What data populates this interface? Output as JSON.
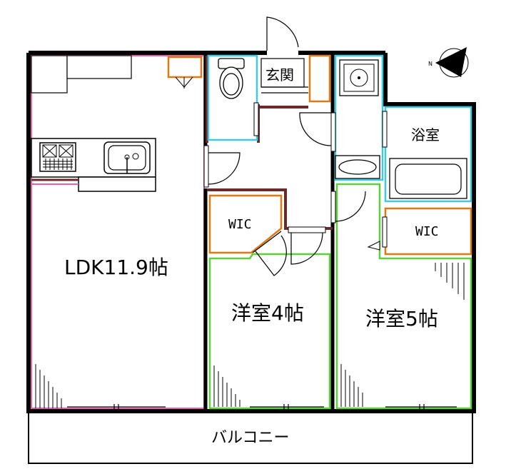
{
  "rooms": {
    "ldk": "LDK11.9帖",
    "western1": "洋室4帖",
    "western2": "洋室5帖",
    "bath": "浴室",
    "entrance": "玄関",
    "wic1": "WIC",
    "wic2": "WIC",
    "balcony": "バルコニー"
  },
  "compass": {
    "direction": "N"
  },
  "colors": {
    "wall": "#000000",
    "ldk_outline": "#e75fa8",
    "bedroom_outline": "#5ccf3a",
    "wet_outline": "#40c8e0",
    "storage_outline": "#e07a10",
    "partition": "#6b2a2a"
  }
}
